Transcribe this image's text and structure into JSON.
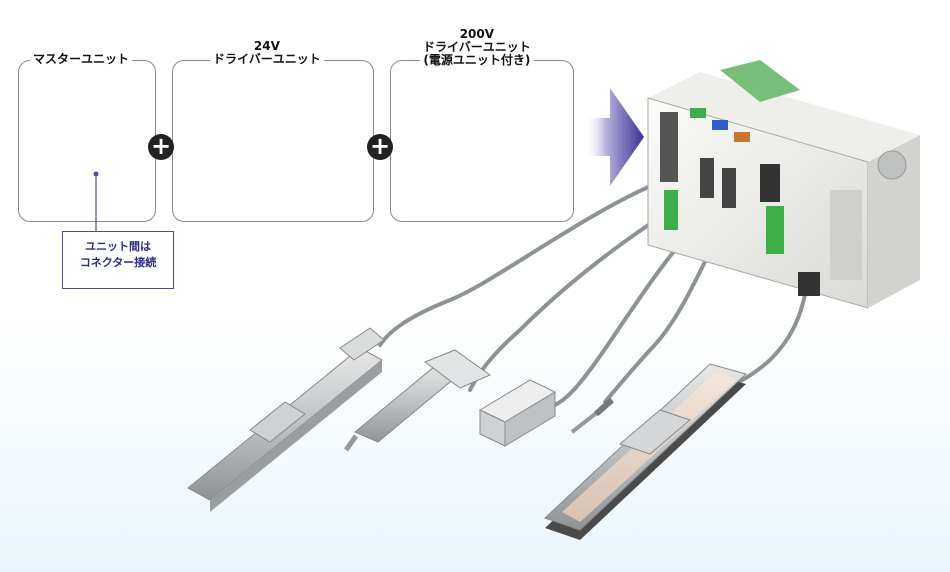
{
  "groups": {
    "master": {
      "title": "マスターユニット"
    },
    "driver24": {
      "title_line1": "24V",
      "title_line2": "ドライバーユニット"
    },
    "driver200": {
      "title_line1": "200V",
      "title_line2": "ドライバーユニット",
      "title_line3": "(電源ユニット付き)"
    }
  },
  "plus_symbol": "+",
  "callout": {
    "line1": "ユニット間は",
    "line2": "コネクター接続"
  },
  "colors": {
    "arrow": "#4a3fa0",
    "callout_border": "#4a4aa0",
    "tag_green": "#3fae4a",
    "tag_blue": "#2f5fc9",
    "tag_orange": "#c9742f"
  }
}
